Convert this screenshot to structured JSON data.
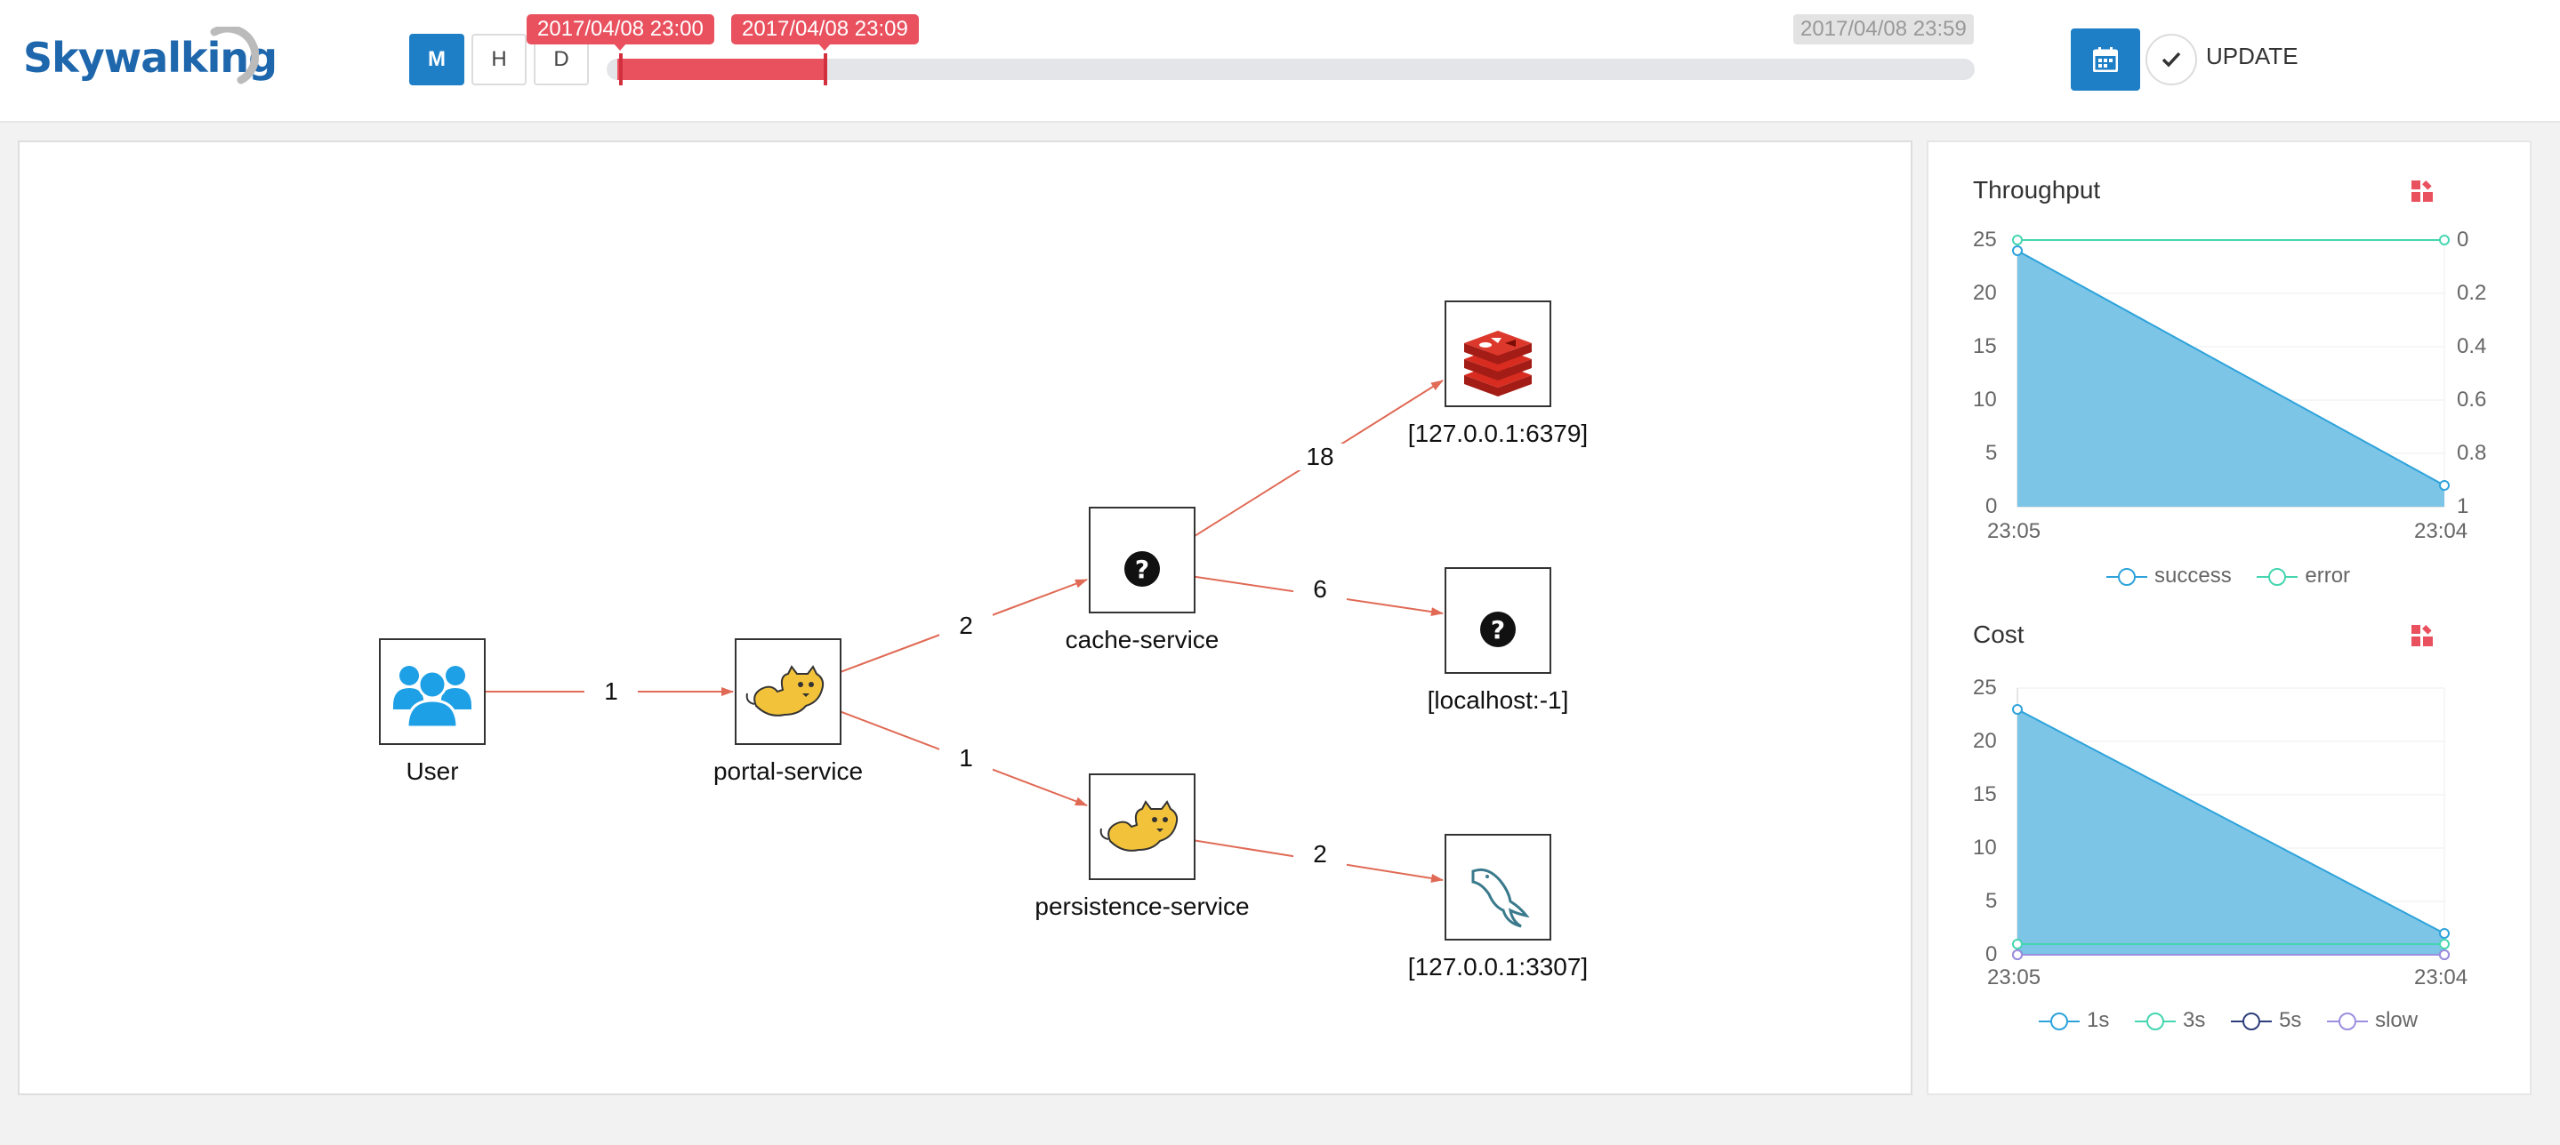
{
  "app": {
    "logo": "Skywalking"
  },
  "header": {
    "modes": [
      {
        "label": "M",
        "active": true
      },
      {
        "label": "H",
        "active": false
      },
      {
        "label": "D",
        "active": false
      }
    ],
    "range_start": "2017/04/08 23:00",
    "range_end": "2017/04/08 23:09",
    "timeline_end": "2017/04/08 23:59",
    "update_label": "UPDATE",
    "calendar_icon": "calendar-icon",
    "check_icon": "check-icon"
  },
  "topology": {
    "nodes": [
      {
        "id": "user",
        "label": "User",
        "icon": "users-icon"
      },
      {
        "id": "portal",
        "label": "portal-service",
        "icon": "tomcat-icon"
      },
      {
        "id": "cache",
        "label": "cache-service",
        "icon": "unknown-icon"
      },
      {
        "id": "persistence",
        "label": "persistence-service",
        "icon": "tomcat-icon"
      },
      {
        "id": "redis",
        "label": "[127.0.0.1:6379]",
        "icon": "redis-icon"
      },
      {
        "id": "localhost",
        "label": "[localhost:-1]",
        "icon": "unknown-icon"
      },
      {
        "id": "mysql",
        "label": "[127.0.0.1:3307]",
        "icon": "mysql-icon"
      }
    ],
    "edges": [
      {
        "from": "user",
        "to": "portal",
        "label": "1"
      },
      {
        "from": "portal",
        "to": "cache",
        "label": "2"
      },
      {
        "from": "portal",
        "to": "persistence",
        "label": "1"
      },
      {
        "from": "cache",
        "to": "redis",
        "label": "18"
      },
      {
        "from": "cache",
        "to": "localhost",
        "label": "6"
      },
      {
        "from": "persistence",
        "to": "mysql",
        "label": "2"
      }
    ]
  },
  "charts": {
    "throughput": {
      "title": "Throughput",
      "icon": "chart-toggle-icon",
      "y_left_ticks": [
        "25",
        "20",
        "15",
        "10",
        "5",
        "0"
      ],
      "y_right_ticks": [
        "0",
        "0.2",
        "0.4",
        "0.6",
        "0.8",
        "1"
      ],
      "x_ticks": [
        "23:05",
        "23:04"
      ],
      "legend": [
        "success",
        "error"
      ],
      "colors": {
        "success": "#2ea3db",
        "error": "#45d6b0",
        "fill": "#75c2e6"
      }
    },
    "cost": {
      "title": "Cost",
      "icon": "chart-toggle-icon",
      "y_ticks": [
        "25",
        "20",
        "15",
        "10",
        "5",
        "0"
      ],
      "x_ticks": [
        "23:05",
        "23:04"
      ],
      "legend": [
        "1s",
        "3s",
        "5s",
        "slow"
      ],
      "colors": {
        "1s": "#2ea3db",
        "3s": "#45d6b0",
        "5s": "#2d3e7a",
        "slow": "#9c8fe0",
        "fill": "#75c2e6"
      }
    }
  },
  "chart_data": [
    {
      "type": "area",
      "title": "Throughput",
      "x": [
        "23:05",
        "23:04"
      ],
      "ylim": [
        0,
        25
      ],
      "y2lim": [
        0,
        1
      ],
      "series": [
        {
          "name": "success",
          "values": [
            24,
            2
          ]
        },
        {
          "name": "error",
          "values": [
            0,
            0
          ]
        }
      ],
      "legend": "bottom"
    },
    {
      "type": "area",
      "title": "Cost",
      "x": [
        "23:05",
        "23:04"
      ],
      "ylim": [
        0,
        25
      ],
      "series": [
        {
          "name": "1s",
          "values": [
            23,
            2
          ]
        },
        {
          "name": "3s",
          "values": [
            1,
            1
          ]
        },
        {
          "name": "5s",
          "values": [
            0,
            0
          ]
        },
        {
          "name": "slow",
          "values": [
            0,
            0
          ]
        }
      ],
      "legend": "bottom"
    }
  ]
}
